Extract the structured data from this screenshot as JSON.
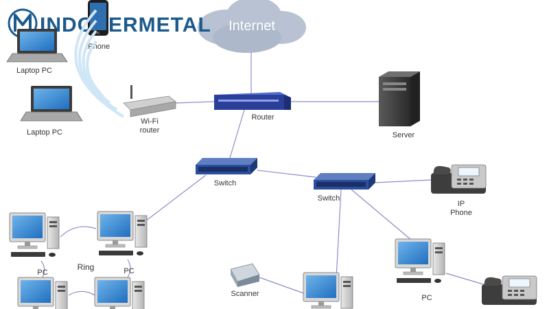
{
  "brand": {
    "name": "INDOVERMETAL"
  },
  "cloud": {
    "label": "Internet"
  },
  "labels": {
    "iphone": "iPhone",
    "laptop1": "Laptop PC",
    "laptop2": "Laptop PC",
    "wifi_router": "Wi-Fi\nrouter",
    "router": "Router",
    "server": "Server",
    "switch1": "Switch",
    "switch2": "Switch",
    "ip_phone": "IP\nPhone",
    "ring": "Ring",
    "pc_ring_left": "PC",
    "pc_ring_right": "PC",
    "scanner": "Scanner",
    "pc_right": "PC"
  },
  "colors": {
    "link": "#8b8bc8",
    "switch_blue": "#2b4f9e",
    "router_blue": "#2a3f9a",
    "cloud": "#b9c2d3",
    "brand": "#1c5a8c"
  }
}
